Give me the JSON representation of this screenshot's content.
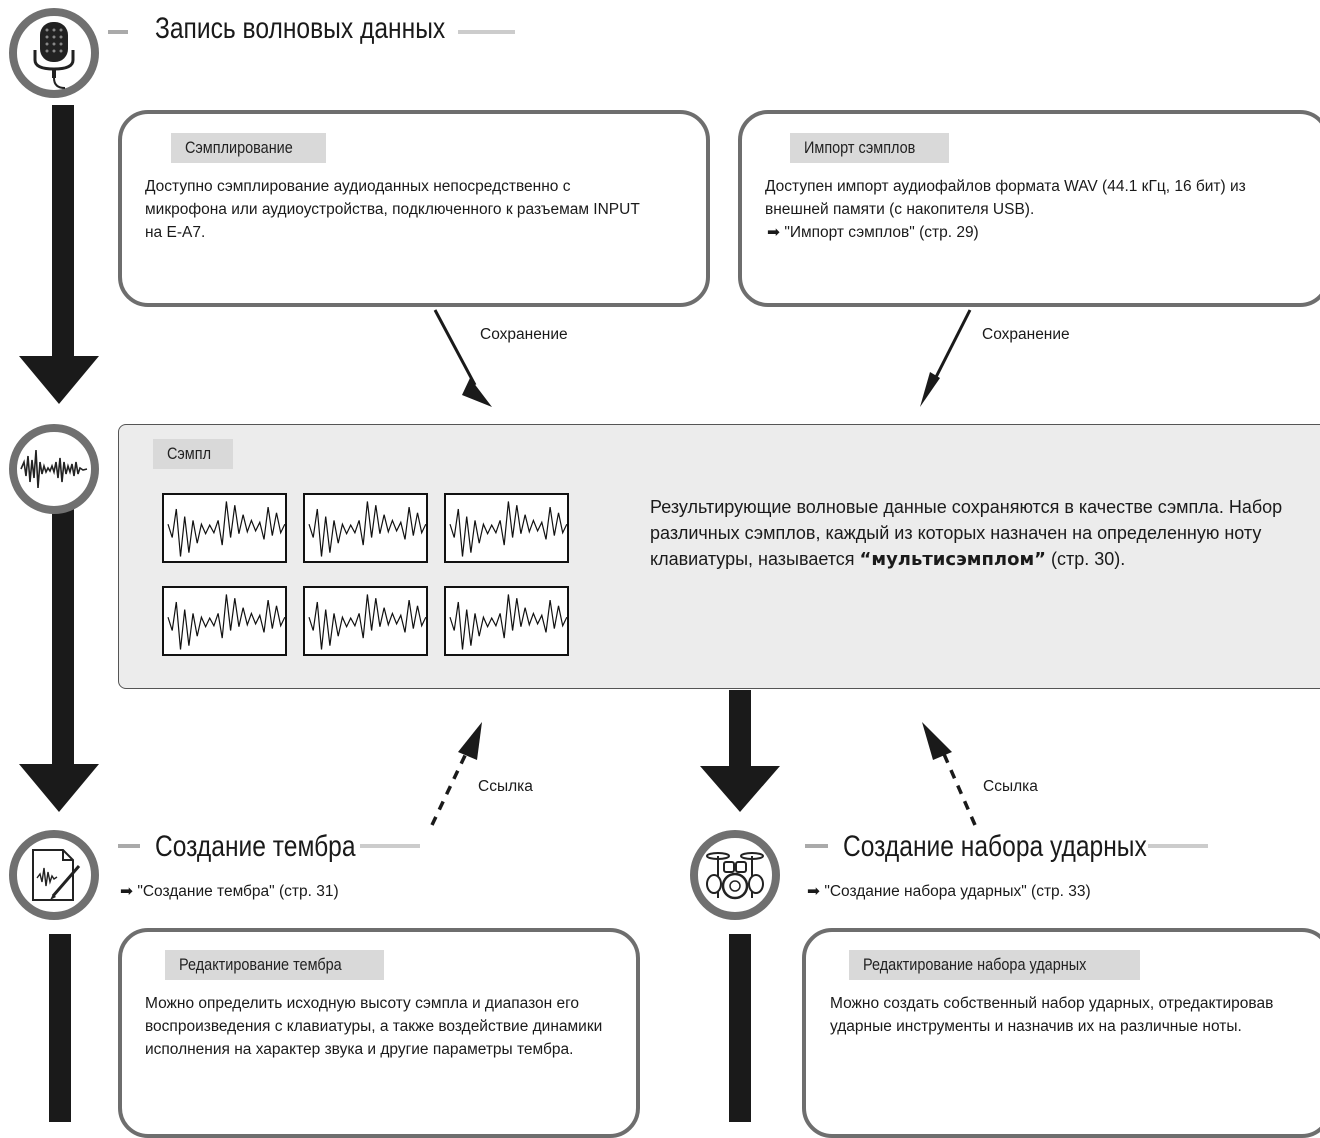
{
  "headings": {
    "record": "Запись волновых данных",
    "tone": "Создание тембра",
    "drum": "Создание набора ударных"
  },
  "sampling_box": {
    "tag": "Сэмплирование",
    "text": "Доступно сэмплирование аудиоданных непосредственно с микрофона или аудиоустройства, подключенного к разъемам INPUT  на E-A7."
  },
  "import_box": {
    "tag": "Импорт сэмплов",
    "text": "Доступен импорт аудиофайлов формата WAV (44.1 кГц, 16 бит) из внешней памяти (с накопителя USB).",
    "ref": "\"Импорт сэмплов\" (стр. 29)"
  },
  "save_label": "Сохранение",
  "sample_panel": {
    "tag": "Сэмпл",
    "text_line1": "Результирующие волновые данные сохраняются в качестве сэмпла. Набор различных сэмплов, каждый из которых назначен на определенную ноту клавиатуры, называется ",
    "text_bold": "“мультисэмплом”",
    "text_line2": " (стр. 30)."
  },
  "link_label": "Ссылка",
  "tone_ref": "\"Создание тембра\" (стр. 31)",
  "drum_ref": "\"Создание набора ударных\" (стр. 33)",
  "tone_box": {
    "tag": "Редактирование тембра",
    "text": "Можно определить исходную высоту сэмпла и диапазон его воспроизведения с клавиатуры, а также воздействие динамики исполнения на характер звука и другие параметры тембра."
  },
  "drum_box": {
    "tag": "Редактирование набора ударных",
    "text": "Можно создать собственный набор ударных, отредактировав ударные инструменты и назначив их на различные ноты."
  },
  "icons": [
    "microphone-icon",
    "waveform-icon",
    "tone-edit-icon",
    "drum-kit-icon",
    "arrow-right-icon"
  ],
  "colors": {
    "box_border": "#6e6e6e",
    "tag_bg": "#d9d9d9",
    "panel_bg": "#ececec",
    "arrow": "#1a1a1a"
  }
}
